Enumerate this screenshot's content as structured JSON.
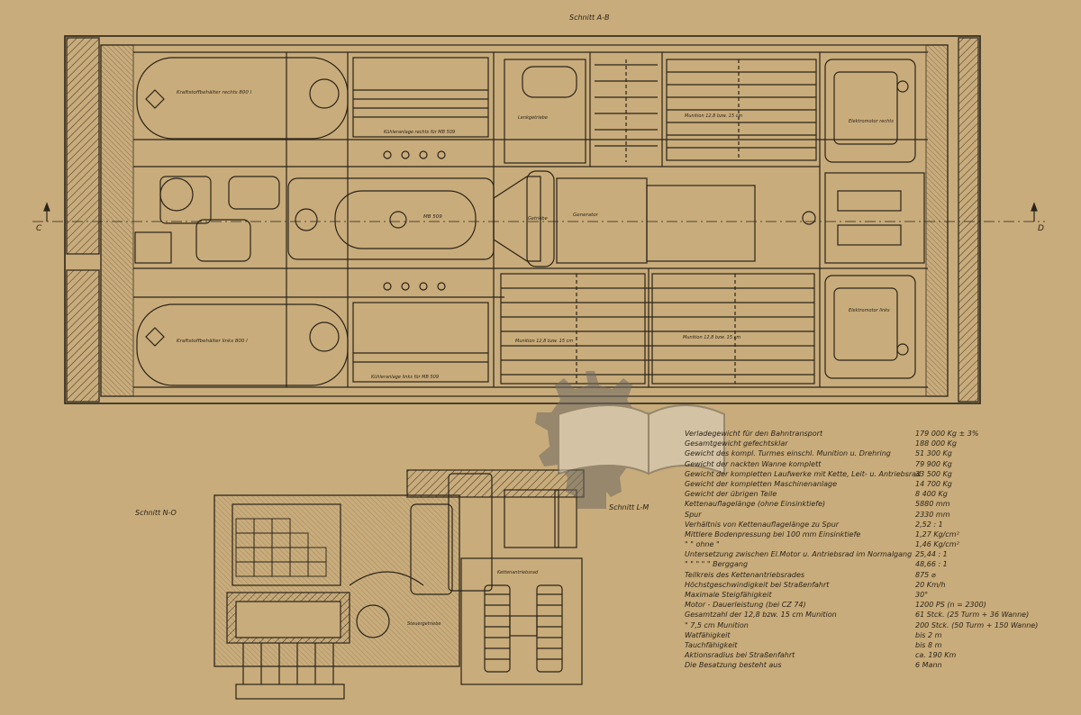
{
  "drawing": {
    "section_ab_title": "Schnitt A-B",
    "section_no_title": "Schnitt N-O",
    "section_lm_title": "Schnitt L-M",
    "marker_c": "C",
    "marker_d": "D"
  },
  "labels": {
    "fuel_tank_right": "Kraftstoffbehälter rechts 800 l",
    "fuel_tank_left": "Kraftstoffbehälter links 800 l",
    "cooler_right": "Kühleranlage rechts für MB 509",
    "cooler_left": "Kühleranlage links für MB 509",
    "engine": "MB 509",
    "generator": "Generator",
    "ammo_right": "Munition 12,8 bzw. 15 cm",
    "ammo_left_1": "Munition 12,8 bzw. 15 cm",
    "ammo_left_2": "Munition 12,8 bzw. 15 cm",
    "electric_motor_right": "Elektromotor rechts",
    "electric_motor_left": "Elektromotor links",
    "gearbox": "Getriebe",
    "steering": "Lenkgetriebe",
    "track_drive": "Kettenantriebsrad",
    "steering_box": "Steuergetriebe"
  },
  "specs": [
    {
      "key": "Verladegewicht für den Bahntransport",
      "value": "179 000 Kg ± 3%"
    },
    {
      "key": "Gesamtgewicht gefechtsklar",
      "value": "188 000 Kg"
    },
    {
      "key": "Gewicht des kompl. Turmes einschl. Munition u. Drehring",
      "value": "51 300 Kg"
    },
    {
      "key": "Gewicht der nackten Wanne komplett",
      "value": "79 900 Kg"
    },
    {
      "key": "Gewicht der kompletten Laufwerke mit Kette, Leit- u. Antriebsrad",
      "value": "33 500 Kg"
    },
    {
      "key": "Gewicht der kompletten Maschinenanlage",
      "value": "14 700 Kg"
    },
    {
      "key": "Gewicht der übrigen Teile",
      "value": "8 400 Kg"
    },
    {
      "key": "Kettenauflagelänge (ohne Einsinktiefe)",
      "value": "5880 mm"
    },
    {
      "key": "Spur",
      "value": "2330 mm"
    },
    {
      "key": "Verhältnis von Kettenauflagelänge zu Spur",
      "value": "2,52 : 1"
    },
    {
      "key": "Mittlere Bodenpressung bei 100 mm Einsinktiefe",
      "value": "1,27 Kg/cm²"
    },
    {
      "key": "\"           \"           ohne         \"",
      "value": "1,46 Kg/cm²"
    },
    {
      "key": "Untersetzung zwischen El.Motor u. Antriebsrad im Normalgang",
      "value": "25,44 : 1"
    },
    {
      "key": "\"        \"        \"        \"        \"   Berggang",
      "value": "48,66 : 1"
    },
    {
      "key": "Teilkreis des Kettenantriebsrades",
      "value": "875 ⌀"
    },
    {
      "key": "Höchstgeschwindigkeit bei Straßenfahrt",
      "value": "20 Km/h"
    },
    {
      "key": "Maximale Steigfähigkeit",
      "value": "30°"
    },
    {
      "key": "Motor - Dauerleistung (bei CZ 74)",
      "value": "1200 PS (n = 2300)"
    },
    {
      "key": "Gesamtzahl der 12,8 bzw. 15 cm Munition",
      "value": "61 Stck. (25 Turm + 36 Wanne)"
    },
    {
      "key": "\"    7,5 cm Munition",
      "value": "200 Stck. (50 Turm + 150 Wanne)"
    },
    {
      "key": "Watfähigkeit",
      "value": "bis 2 m"
    },
    {
      "key": "Tauchfähigkeit",
      "value": "bis 8 m"
    },
    {
      "key": "Aktionsradius bei Straßenfahrt",
      "value": "ca. 190 Km"
    },
    {
      "key": "Die Besatzung besteht aus",
      "value": "6 Mann"
    }
  ],
  "colors": {
    "paper": "#c9ac7b",
    "ink": "#2a2419",
    "watermark": "#8b8477"
  },
  "icons": {
    "watermark": "book-gear-watermark-icon"
  }
}
